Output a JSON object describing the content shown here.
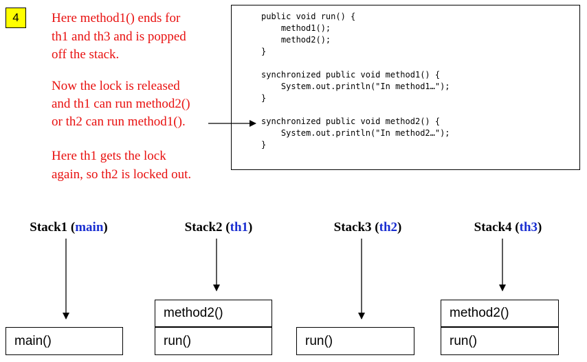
{
  "step_badge": "4",
  "notes": {
    "line1": "Here method1() ends for",
    "line2": "th1 and th3 and is popped",
    "line3": "off the stack.",
    "line4": "Now the lock is released",
    "line5": "and th1 can run method2()",
    "line6": "or th2 can run method1().",
    "line7": "Here th1 gets the lock",
    "line8": "again, so th2 is locked out."
  },
  "code": {
    "l1": "public void run() {",
    "l2": "    method1();",
    "l3": "    method2();",
    "l4": "}",
    "l5": "",
    "l6": "synchronized public void method1() {",
    "l7": "    System.out.println(\"In method1…\");",
    "l8": "}",
    "l9": "",
    "l10": "synchronized public void method2() {",
    "l11": "    System.out.println(\"In method2…\");",
    "l12": "}"
  },
  "stacks": [
    {
      "label": "Stack1",
      "thread": "main",
      "frames": [
        "main()"
      ]
    },
    {
      "label": "Stack2",
      "thread": "th1",
      "frames": [
        "method2()",
        "run()"
      ]
    },
    {
      "label": "Stack3",
      "thread": "th2",
      "frames": [
        "run()"
      ]
    },
    {
      "label": "Stack4",
      "thread": "th3",
      "frames": [
        "method2()",
        "run()"
      ]
    }
  ],
  "colors": {
    "note_text": "#e8100f",
    "thread_name": "#1a2fd1",
    "badge": "#ffff00"
  }
}
